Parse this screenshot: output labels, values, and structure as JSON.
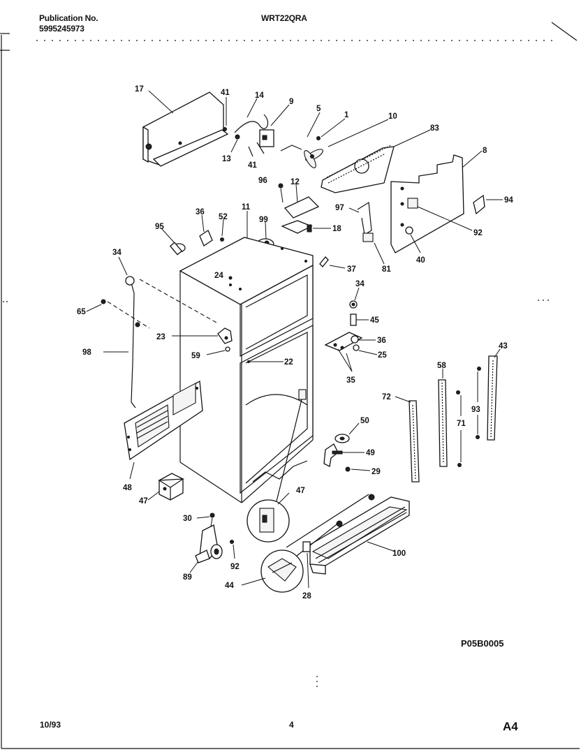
{
  "header": {
    "publication_label": "Publication No.",
    "publication_number": "5995245973",
    "model": "WRT22QRA"
  },
  "diagram": {
    "callouts": [
      "17",
      "41",
      "14",
      "13",
      "9",
      "41",
      "5",
      "1",
      "10",
      "83",
      "8",
      "92",
      "40",
      "94",
      "96",
      "12",
      "97",
      "81",
      "18",
      "99",
      "36",
      "52",
      "11",
      "95",
      "24",
      "37",
      "22",
      "34",
      "45",
      "36",
      "25",
      "35",
      "34",
      "65",
      "98",
      "23",
      "59",
      "48",
      "47",
      "47",
      "50",
      "49",
      "29",
      "30",
      "92",
      "89",
      "100",
      "44",
      "28",
      "72",
      "58",
      "43",
      "71",
      "93"
    ]
  },
  "drawing_code": "P05B0005",
  "footer": {
    "date": "10/93",
    "page_number": "4",
    "section": "A4"
  }
}
